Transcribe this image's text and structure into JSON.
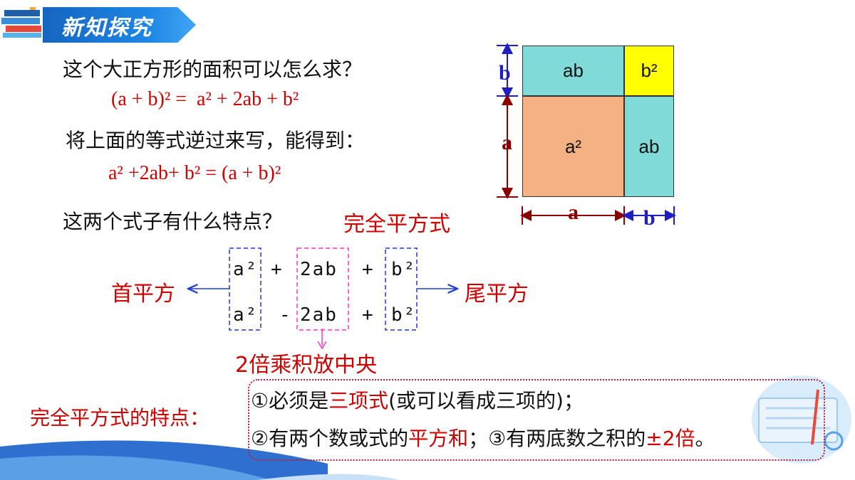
{
  "header": {
    "title": "新知探究"
  },
  "question1": "这个大正方形的面积可以怎么求？",
  "equation1": "(a + b)² =  a² + 2ab + b²",
  "question2": "将上面的等式逆过来写，能得到：",
  "equation2": "a² +2ab+ b² = (a + b)²",
  "question3": "这两个式子有什么特点？",
  "answer3": "完全平方式",
  "diagram": {
    "cells": {
      "top_left": "ab",
      "top_right": "b²",
      "bottom_left": "a²",
      "bottom_right": "ab"
    },
    "label_b_left": "b",
    "label_a_left": "a",
    "label_a_bottom": "a",
    "label_b_bottom": "b",
    "colors": {
      "ab": "#7fdad8",
      "b2": "#ffff00",
      "a2": "#f4b183",
      "dim_red": "#8b0000",
      "dim_blue": "#1f1fbf"
    }
  },
  "pattern": {
    "row1": {
      "t1": "a²",
      "op1": "+",
      "t2": "2ab",
      "op2": "+",
      "t3": "b²"
    },
    "row2": {
      "t1": "a²",
      "op1": "-",
      "t2": "2ab",
      "op2": "+",
      "t3": "b²"
    },
    "first_square": "首平方",
    "last_square": "尾平方",
    "middle": "2倍乘积放中央"
  },
  "features": {
    "label": "完全平方式的特点：",
    "line1": {
      "a": "①必须是",
      "b": "三项式",
      "c": "(或可以看成三项的)；"
    },
    "line2": {
      "a": "②有两个数或式的",
      "b": "平方和",
      "c": "；③有两底数之积的",
      "d": "±2倍",
      "e": "。"
    }
  }
}
